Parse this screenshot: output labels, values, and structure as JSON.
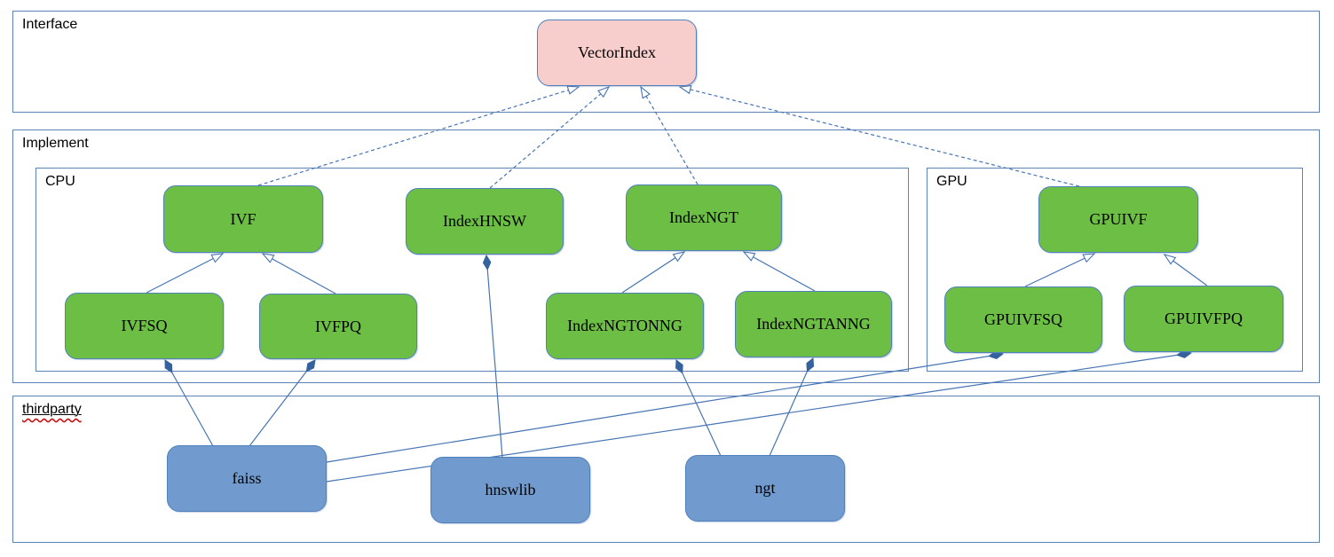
{
  "colors": {
    "node_green": "#6cbe45",
    "node_pink": "#f8cecc",
    "node_blue": "#719bce",
    "border_blue": "#4f81bd",
    "line_blue": "#4674b4",
    "diamond_blue": "#35629e",
    "squiggle_red": "#cc1111"
  },
  "containers": {
    "interface": {
      "label": "Interface"
    },
    "implement": {
      "label": "Implement"
    },
    "cpu": {
      "label": "CPU"
    },
    "gpu": {
      "label": "GPU"
    },
    "thirdparty": {
      "label": "thirdparty"
    }
  },
  "nodes": {
    "vectorindex": {
      "label": "VectorIndex",
      "kind": "interface"
    },
    "ivf": {
      "label": "IVF",
      "kind": "implementation"
    },
    "indexhnsw": {
      "label": "IndexHNSW",
      "kind": "implementation"
    },
    "indexngt": {
      "label": "IndexNGT",
      "kind": "implementation"
    },
    "ivfsq": {
      "label": "IVFSQ",
      "kind": "implementation"
    },
    "ivfpq": {
      "label": "IVFPQ",
      "kind": "implementation"
    },
    "indexngtonng": {
      "label": "IndexNGTONNG",
      "kind": "implementation"
    },
    "indexngtanng": {
      "label": "IndexNGTANNG",
      "kind": "implementation"
    },
    "gpuivf": {
      "label": "GPUIVF",
      "kind": "implementation"
    },
    "gpuivfsq": {
      "label": "GPUIVFSQ",
      "kind": "implementation"
    },
    "gpuivfpq": {
      "label": "GPUIVFPQ",
      "kind": "implementation"
    },
    "faiss": {
      "label": "faiss",
      "kind": "thirdparty-library"
    },
    "hnswlib": {
      "label": "hnswlib",
      "kind": "thirdparty-library"
    },
    "ngt": {
      "label": "ngt",
      "kind": "thirdparty-library"
    }
  },
  "edges": [
    {
      "from": "IVF",
      "to": "VectorIndex",
      "type": "realization"
    },
    {
      "from": "IndexHNSW",
      "to": "VectorIndex",
      "type": "realization"
    },
    {
      "from": "IndexNGT",
      "to": "VectorIndex",
      "type": "realization"
    },
    {
      "from": "GPUIVF",
      "to": "VectorIndex",
      "type": "realization"
    },
    {
      "from": "IVFSQ",
      "to": "IVF",
      "type": "generalization"
    },
    {
      "from": "IVFPQ",
      "to": "IVF",
      "type": "generalization"
    },
    {
      "from": "IndexNGTONNG",
      "to": "IndexNGT",
      "type": "generalization"
    },
    {
      "from": "IndexNGTANNG",
      "to": "IndexNGT",
      "type": "generalization"
    },
    {
      "from": "GPUIVFSQ",
      "to": "GPUIVF",
      "type": "generalization"
    },
    {
      "from": "GPUIVFPQ",
      "to": "GPUIVF",
      "type": "generalization"
    },
    {
      "from": "IVFSQ",
      "to": "faiss",
      "type": "composition"
    },
    {
      "from": "IVFPQ",
      "to": "faiss",
      "type": "composition"
    },
    {
      "from": "IndexHNSW",
      "to": "hnswlib",
      "type": "composition"
    },
    {
      "from": "IndexNGTONNG",
      "to": "ngt",
      "type": "composition"
    },
    {
      "from": "IndexNGTANNG",
      "to": "ngt",
      "type": "composition"
    },
    {
      "from": "GPUIVFSQ",
      "to": "faiss",
      "type": "composition"
    },
    {
      "from": "GPUIVFPQ",
      "to": "faiss",
      "type": "composition"
    }
  ]
}
